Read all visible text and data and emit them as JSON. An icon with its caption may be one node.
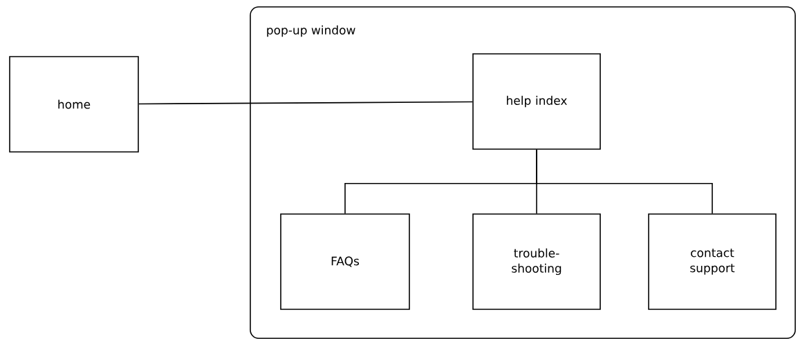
{
  "diagram": {
    "nodes": [
      {
        "text": [
          "pop-up window"
        ]
      },
      {
        "text": [
          "home"
        ]
      },
      {
        "text": [
          "help index"
        ],
        "in": 0
      },
      {
        "text": [
          "FAQs"
        ],
        "in": 0
      },
      {
        "text": [
          "trouble-shooting"
        ],
        "in": 0
      },
      {
        "text": [
          "contact support"
        ],
        "in": 0
      }
    ],
    "edges": [
      {
        "from": 1,
        "to": 2,
        "arrow": "none"
      },
      {
        "from": 2,
        "to": 3,
        "arrow": "none"
      },
      {
        "from": 2,
        "to": 4,
        "arrow": "none"
      },
      {
        "from": 2,
        "to": 5,
        "arrow": "none"
      }
    ]
  }
}
